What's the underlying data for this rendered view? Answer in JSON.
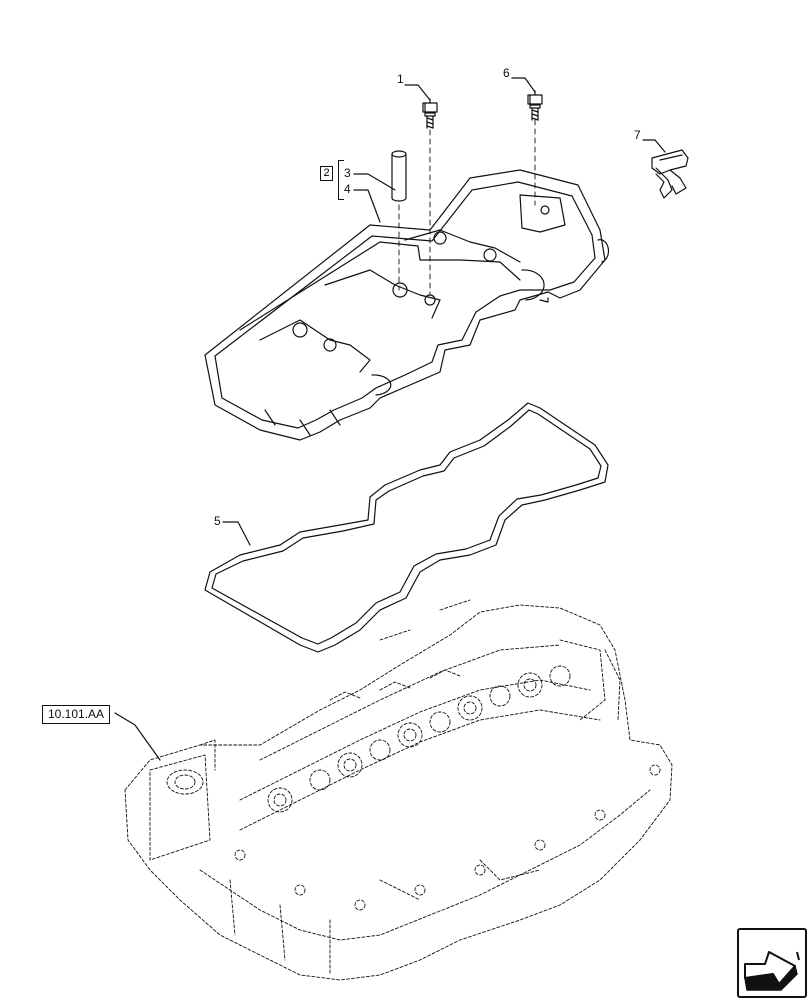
{
  "callouts": {
    "c1": "1",
    "c2": "2",
    "c3": "3",
    "c4": "4",
    "c5": "5",
    "c6": "6",
    "c7": "7"
  },
  "reference": {
    "label": "10.101.AA"
  },
  "icons": {
    "navigation": "next-page-arrow-icon"
  },
  "colors": {
    "line": "#111111",
    "background": "#ffffff"
  }
}
